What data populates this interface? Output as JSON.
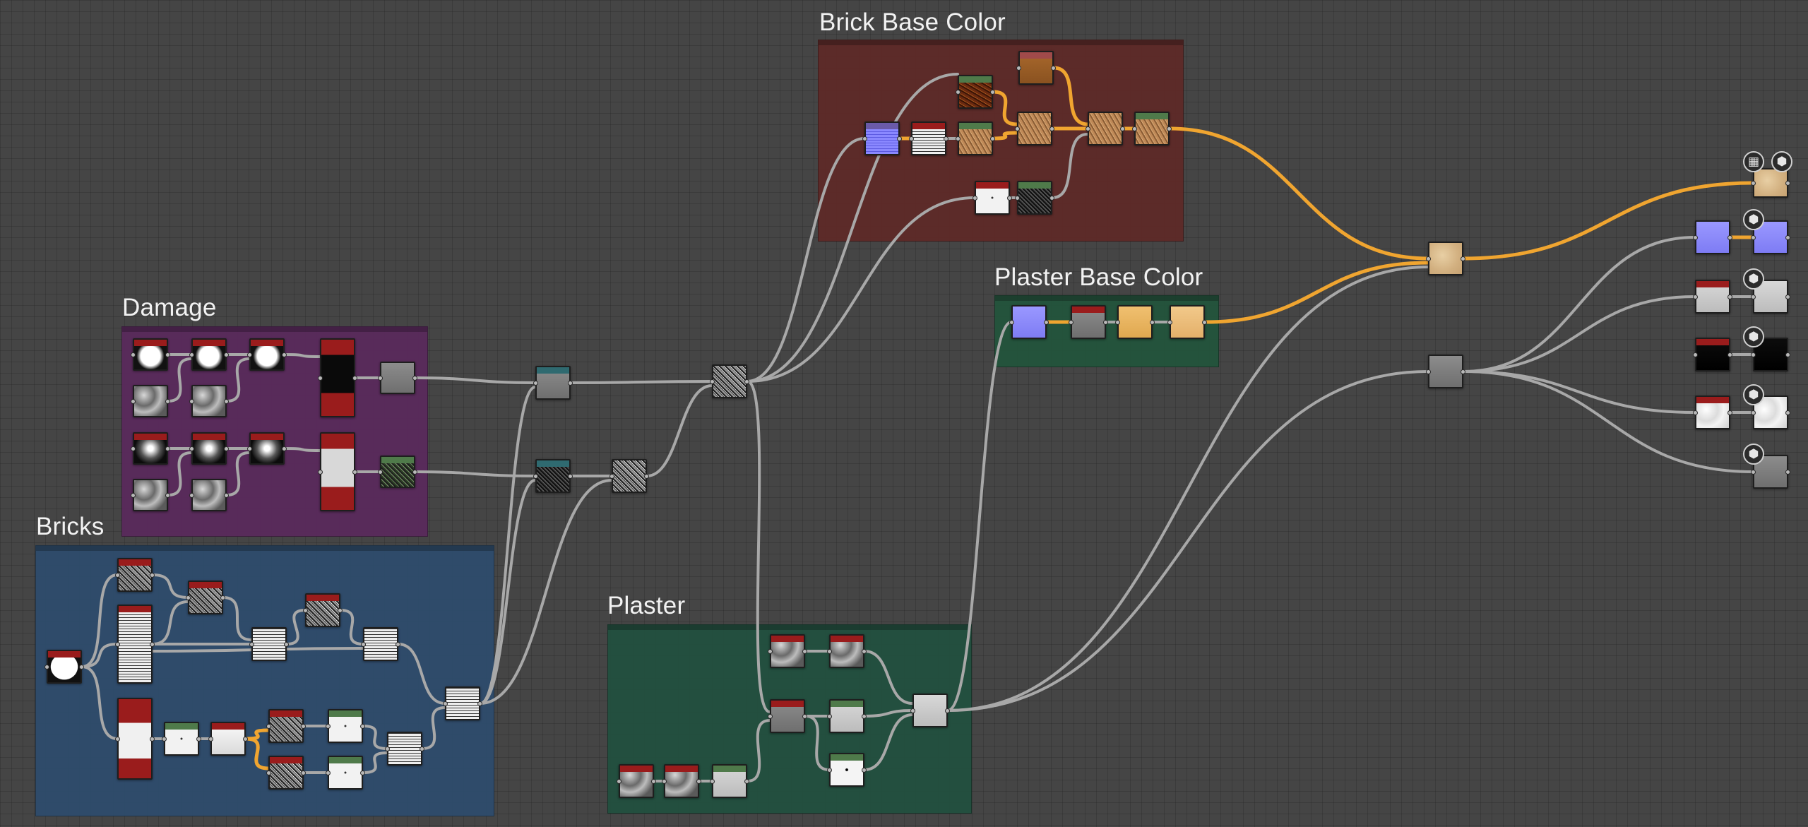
{
  "graph": {
    "frames": [
      {
        "id": "brick-base-color",
        "title": "Brick Base Color",
        "color": "#5e2a28"
      },
      {
        "id": "damage",
        "title": "Damage",
        "color": "#5a2a5c"
      },
      {
        "id": "plaster-base-color",
        "title": "Plaster Base Color",
        "color": "#23543c"
      },
      {
        "id": "bricks",
        "title": "Bricks",
        "color": "#2e4c6c"
      },
      {
        "id": "plaster",
        "title": "Plaster",
        "color": "#22503f"
      }
    ],
    "output_icons": [
      {
        "icon": "checker-icon",
        "glyph": "▦"
      },
      {
        "icon": "cube-icon",
        "glyph": "⬢"
      },
      {
        "icon": "cube-icon",
        "glyph": "⬢"
      },
      {
        "icon": "cube-icon",
        "glyph": "⬢"
      },
      {
        "icon": "cube-icon",
        "glyph": "⬢"
      },
      {
        "icon": "cube-icon",
        "glyph": "⬢"
      },
      {
        "icon": "cube-icon",
        "glyph": "⬢"
      }
    ],
    "colors": {
      "link_gray": "#a8a8a8",
      "link_color": "#f0a530",
      "header_red": "#9a1c1c",
      "header_green": "#4f7a4a",
      "header_teal": "#2f6a70",
      "header_purple": "#6a5aa8"
    }
  }
}
